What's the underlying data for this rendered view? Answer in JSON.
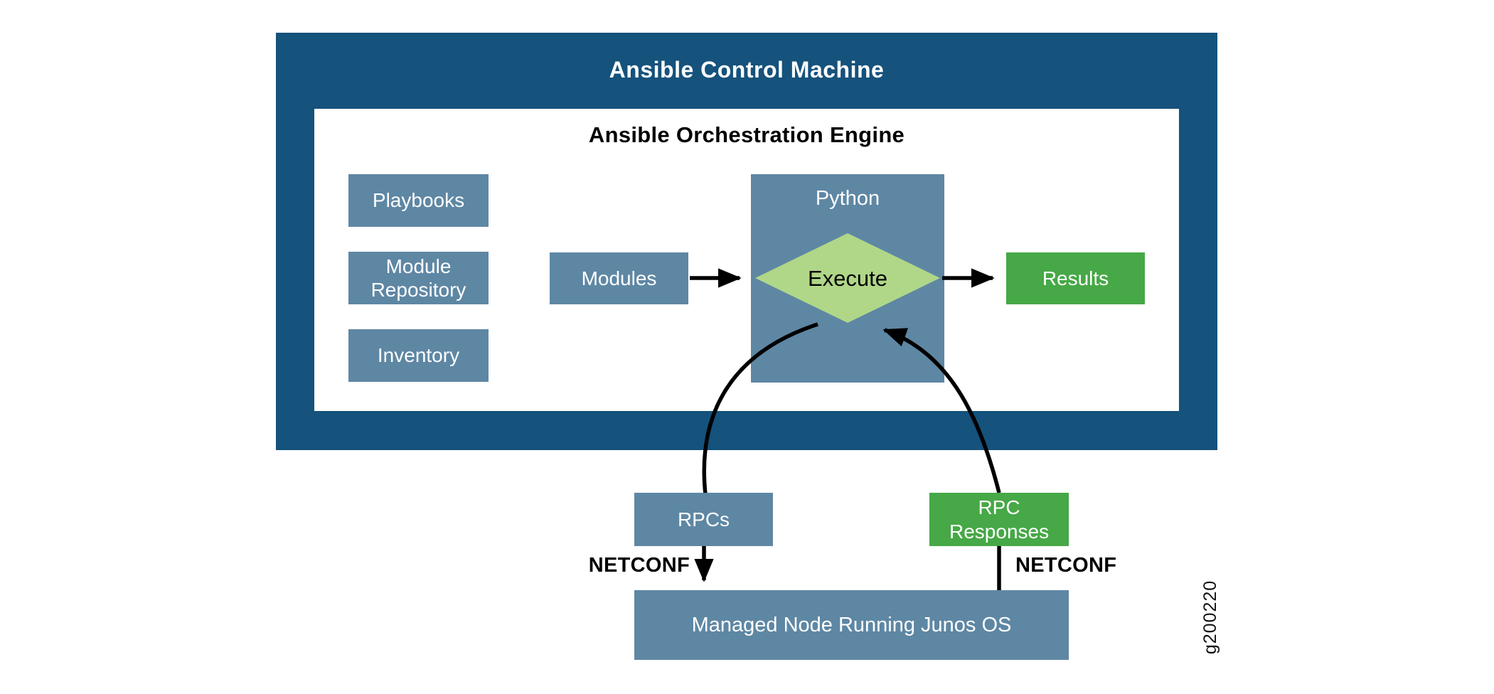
{
  "figure": {
    "outer": {
      "title": "Ansible Control Machine"
    },
    "engine": {
      "title": "Ansible Orchestration Engine"
    },
    "nodes": {
      "playbooks": {
        "label": "Playbooks"
      },
      "module_repository": {
        "label": "Module Repository"
      },
      "inventory": {
        "label": "Inventory"
      },
      "modules": {
        "label": "Modules"
      },
      "python": {
        "label": "Python"
      },
      "execute": {
        "label": "Execute"
      },
      "results": {
        "label": "Results"
      },
      "rpcs": {
        "label": "RPCs"
      },
      "rpc_responses": {
        "label": "RPC Responses"
      },
      "managed_node": {
        "label": "Managed Node Running Junos OS"
      }
    },
    "labels": {
      "netconf_left": "NETCONF",
      "netconf_right": "NETCONF",
      "figure_id": "g200220"
    },
    "colors": {
      "dark_blue": "#15527C",
      "steel_blue": "#5E87A4",
      "green": "#46A846",
      "light_green": "#B0D788",
      "arrow_black": "#000000"
    }
  }
}
